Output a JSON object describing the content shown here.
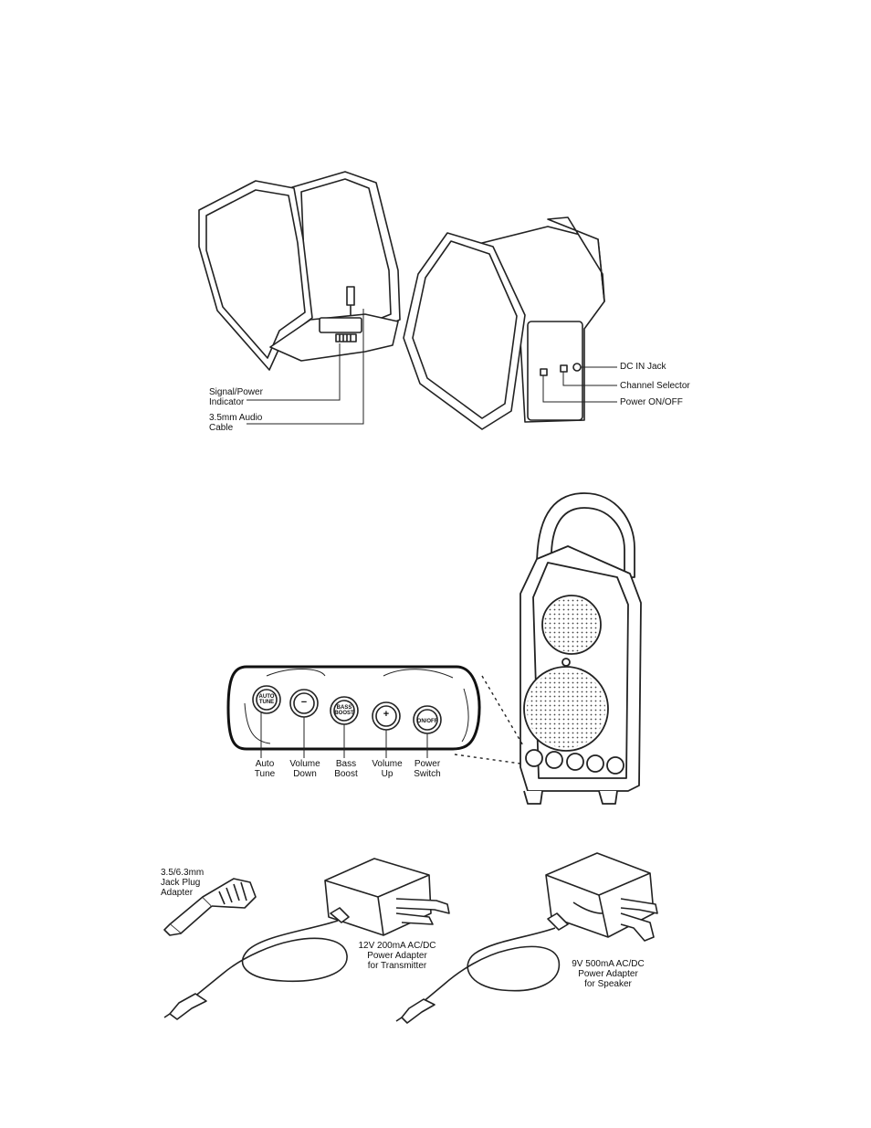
{
  "section1": {
    "labels": {
      "signal_power_indicator": "Signal/Power\nIndicator",
      "audio_cable": "3.5mm Audio\nCable",
      "dc_in_jack": "DC IN Jack",
      "channel_selector": "Channel Selector",
      "power_on_off": "Power ON/OFF"
    }
  },
  "section2": {
    "buttons": [
      {
        "face": "AUTO\nTUNE",
        "caption": "Auto\nTune"
      },
      {
        "face": "−",
        "caption": "Volume\nDown"
      },
      {
        "face": "BASS\nBOOST",
        "caption": "Bass\nBoost"
      },
      {
        "face": "+",
        "caption": "Volume\nUp"
      },
      {
        "face": "ON/OFF",
        "caption": "Power\nSwitch"
      }
    ]
  },
  "section3": {
    "labels": {
      "jack_plug_adapter": "3.5/6.3mm\nJack Plug\nAdapter",
      "transmitter_adapter": "12V 200mA AC/DC\nPower Adapter\nfor Transmitter",
      "speaker_adapter": "9V 500mA AC/DC\nPower Adapter\nfor Speaker"
    }
  }
}
